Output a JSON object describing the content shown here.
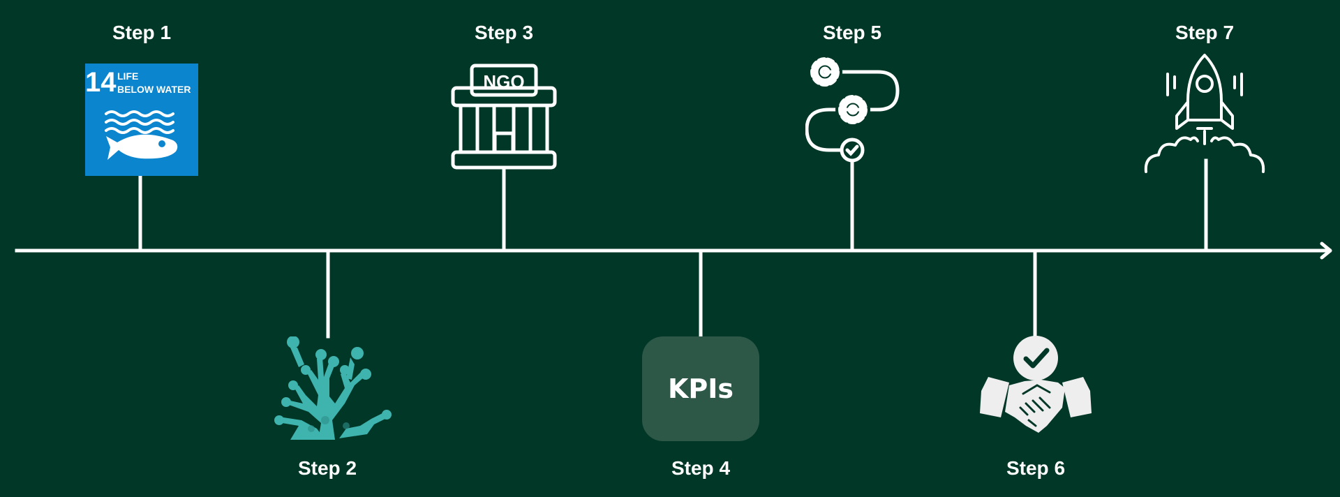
{
  "colors": {
    "background": "#013727",
    "line": "#ffffff",
    "sdg_blue": "#0b85cd",
    "coral": "#3fb3ad",
    "kpi_box": "#2d5747"
  },
  "steps": [
    {
      "label": "Step 1",
      "icon": "sdg-14-life-below-water-icon",
      "sdg": {
        "number": "14",
        "line1": "LIFE",
        "line2": "BELOW WATER"
      }
    },
    {
      "label": "Step 2",
      "icon": "coral-icon"
    },
    {
      "label": "Step 3",
      "icon": "ngo-building-icon",
      "sign": "NGO"
    },
    {
      "label": "Step 4",
      "icon": "kpi-box",
      "text": "KPIs"
    },
    {
      "label": "Step 5",
      "icon": "gears-process-icon"
    },
    {
      "label": "Step 6",
      "icon": "handshake-check-icon"
    },
    {
      "label": "Step 7",
      "icon": "rocket-launch-icon"
    }
  ]
}
